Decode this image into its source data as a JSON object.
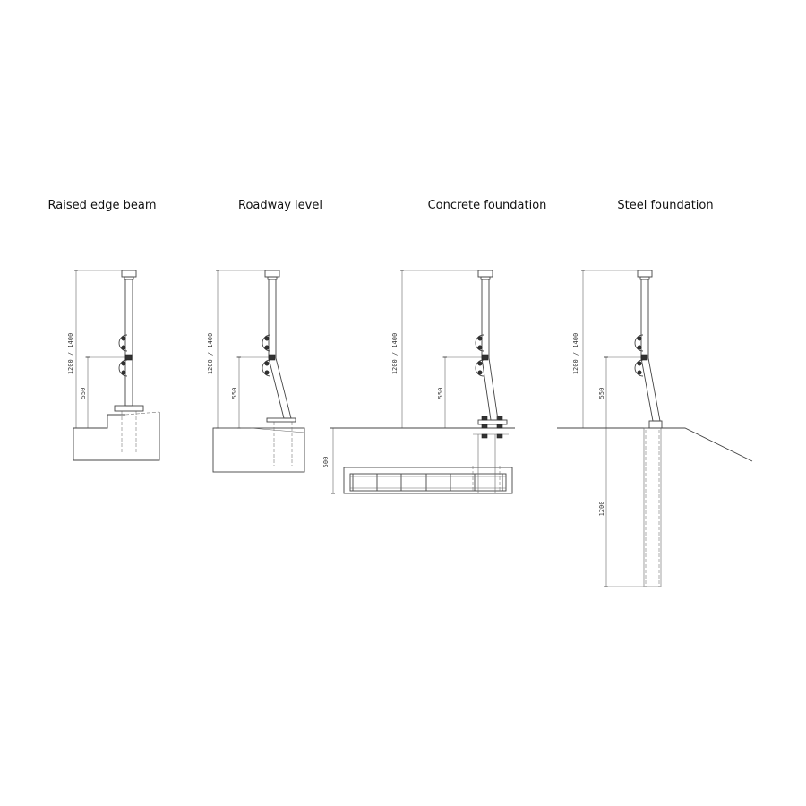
{
  "panels": [
    {
      "title": "Raised edge beam",
      "height_dim": "1200 / 1400",
      "rail_dim": "550"
    },
    {
      "title": "Roadway level",
      "height_dim": "1200 / 1400",
      "rail_dim": "550"
    },
    {
      "title": "Concrete foundation",
      "height_dim": "1200 / 1400",
      "rail_dim": "550",
      "foundation_dim": "500"
    },
    {
      "title": "Steel foundation",
      "height_dim": "1200 / 1400",
      "rail_dim": "550",
      "pile_dim": "1200"
    }
  ]
}
